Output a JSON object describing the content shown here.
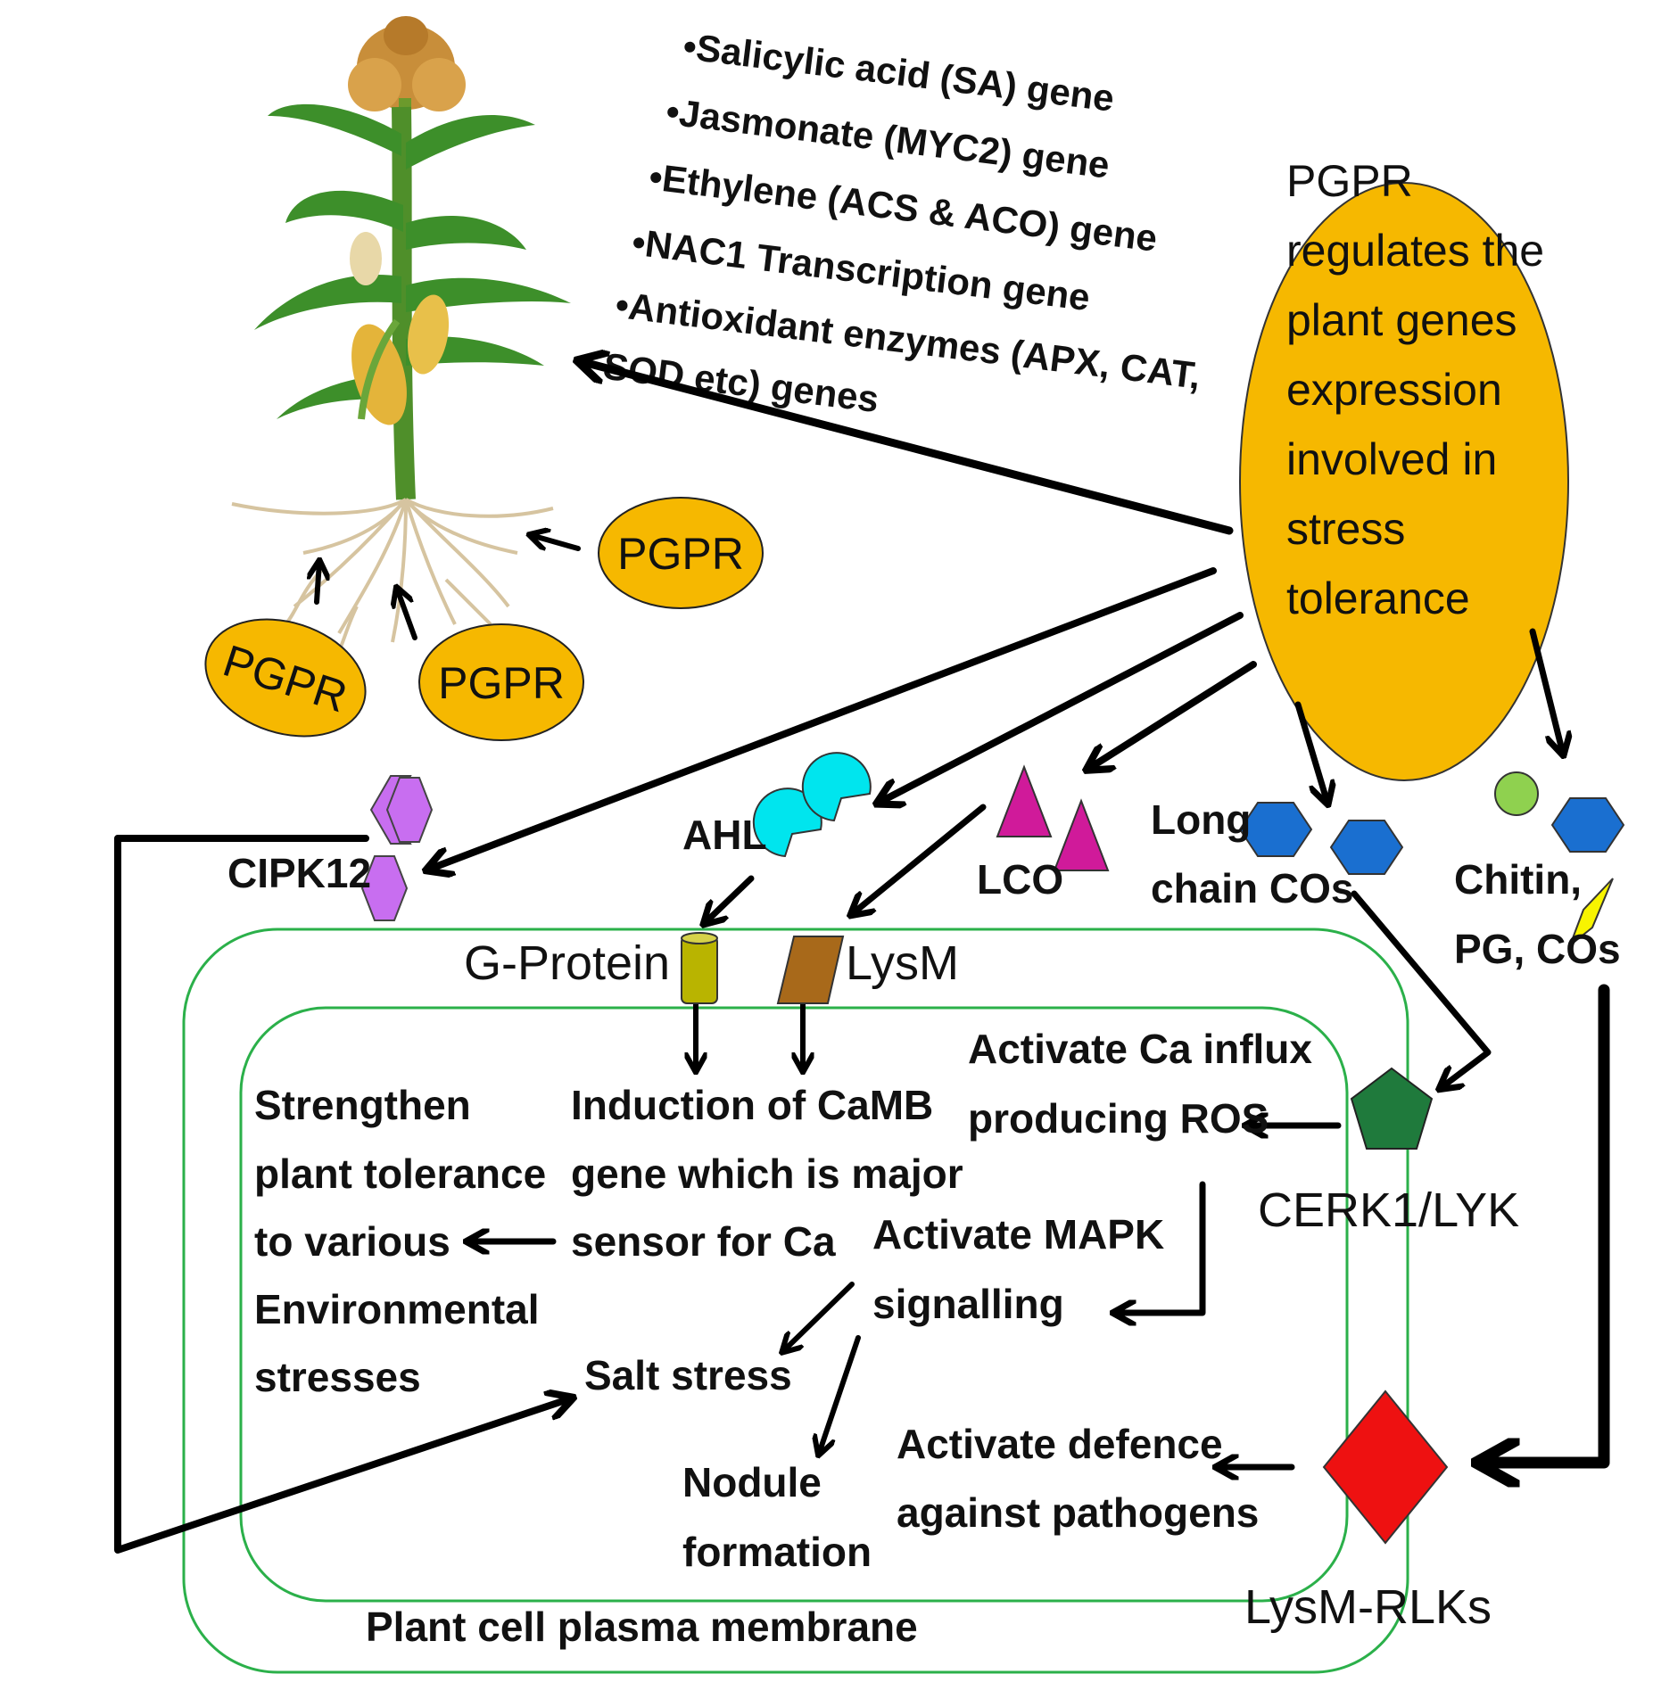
{
  "colors": {
    "pgpr_fill": "#f6b800",
    "membrane": "#2bb04a",
    "cipk": "#c86ef0",
    "ahl": "#00e5ee",
    "lco": "#d01a9a",
    "cos_blue": "#1a6fd0",
    "chitin_green": "#8fd14f",
    "pg_yellow": "#f8f400",
    "gprotein": "#b9b400",
    "lysm": "#a8691a",
    "cerk1": "#1f7a3c",
    "lysm_rlk": "#ee1111",
    "arrow": "#000000"
  },
  "pgpr_main": {
    "lines": [
      "PGPR",
      "regulates  the",
      "plant    genes",
      "expression",
      "involved      in",
      "stress",
      "tolerance"
    ]
  },
  "pgpr_small": [
    "PGPR",
    "PGPR",
    "PGPR"
  ],
  "genes": [
    "•Salicylic acid (SA) gene",
    "•Jasmonate (MYC2) gene",
    "•Ethylene (ACS & ACO) gene",
    "•NAC1 Transcription gene",
    "•Antioxidant     enzymes     (APX,     CAT,",
    "SOD etc) genes"
  ],
  "signals": {
    "cipk12": "CIPK12",
    "ahl": "AHL",
    "lco": "LCO",
    "long_cos": [
      "Long",
      "chain COs"
    ],
    "chitin": [
      "Chitin,",
      "PG, COs"
    ]
  },
  "receptors": {
    "gprotein": "G-Protein",
    "lysm": "LysM",
    "cerk1": "CERK1/LYK",
    "lysm_rlks": "LysM-RLKs"
  },
  "responses": {
    "strengthen": [
      "Strengthen",
      "plant tolerance",
      "to various",
      "Environmental",
      "stresses"
    ],
    "induction": [
      "Induction of  CaMB",
      "gene  which is major",
      "sensor for Ca"
    ],
    "ca_influx": [
      "Activate Ca influx",
      "producing  ROS"
    ],
    "mapk": [
      "Activate MAPK",
      "signalling"
    ],
    "salt": "Salt stress",
    "nodule": [
      "Nodule",
      "formation"
    ],
    "defence": [
      "Activate defence",
      "against pathogens"
    ]
  },
  "membrane_label": "Plant cell plasma  membrane"
}
